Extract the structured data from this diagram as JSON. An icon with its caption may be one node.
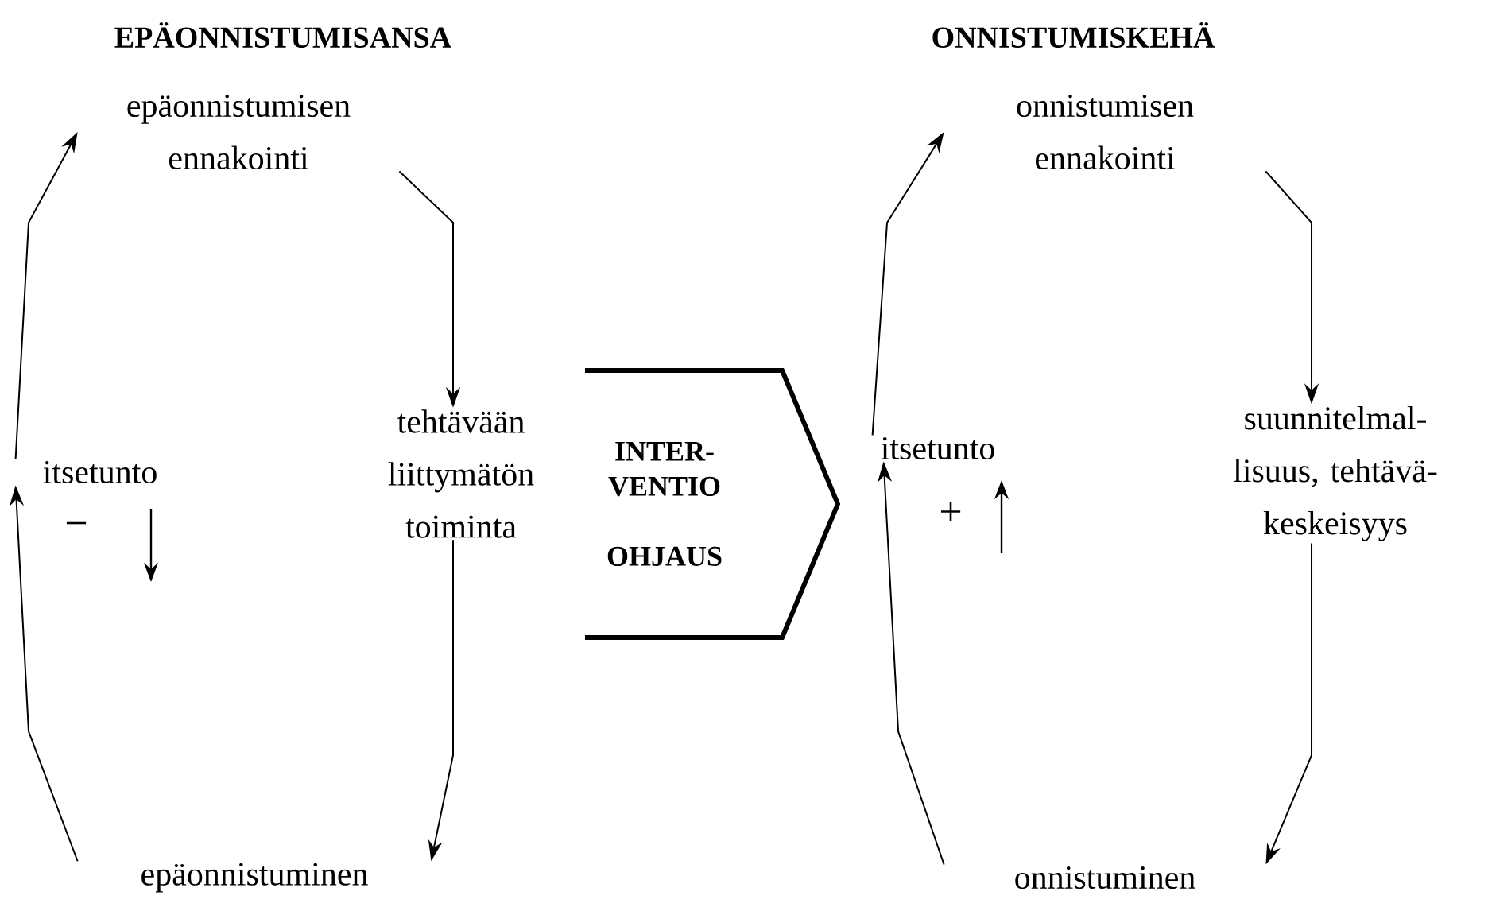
{
  "diagram": {
    "labels": [
      "EPÄONNISTUMISANSA",
      "ONNISTUMISKEHÄ"
    ],
    "nodes": [
      {
        "text": [
          "epäonnistumisen ennakointi"
        ]
      },
      {
        "text": [
          "tehtävään liittymätön toiminta"
        ]
      },
      {
        "text": [
          "epäonnistuminen"
        ]
      },
      {
        "text": [
          "itsetunto"
        ],
        "beside": [
          "−"
        ]
      },
      {
        "text": [
          "INTER- VENTIO",
          "OHJAUS"
        ]
      },
      {
        "text": [
          "onnistumisen ennakointi"
        ]
      },
      {
        "text": [
          "suunnitelmal- lisuus, tehtävä- keskeisyys"
        ]
      },
      {
        "text": [
          "onnistuminen"
        ]
      },
      {
        "text": [
          "itsetunto"
        ],
        "beside": [
          "+"
        ]
      }
    ],
    "edges": [
      {
        "from": 3,
        "to": 0,
        "arrow": "to"
      },
      {
        "from": 0,
        "to": 1,
        "arrow": "to"
      },
      {
        "from": 1,
        "to": 2,
        "arrow": "to"
      },
      {
        "from": 2,
        "to": 3,
        "arrow": "to"
      },
      {
        "from": 8,
        "to": 5,
        "arrow": "to"
      },
      {
        "from": 5,
        "to": 6,
        "arrow": "to"
      },
      {
        "from": 6,
        "to": 7,
        "arrow": "to"
      },
      {
        "from": 7,
        "to": 8,
        "arrow": "to"
      }
    ]
  }
}
